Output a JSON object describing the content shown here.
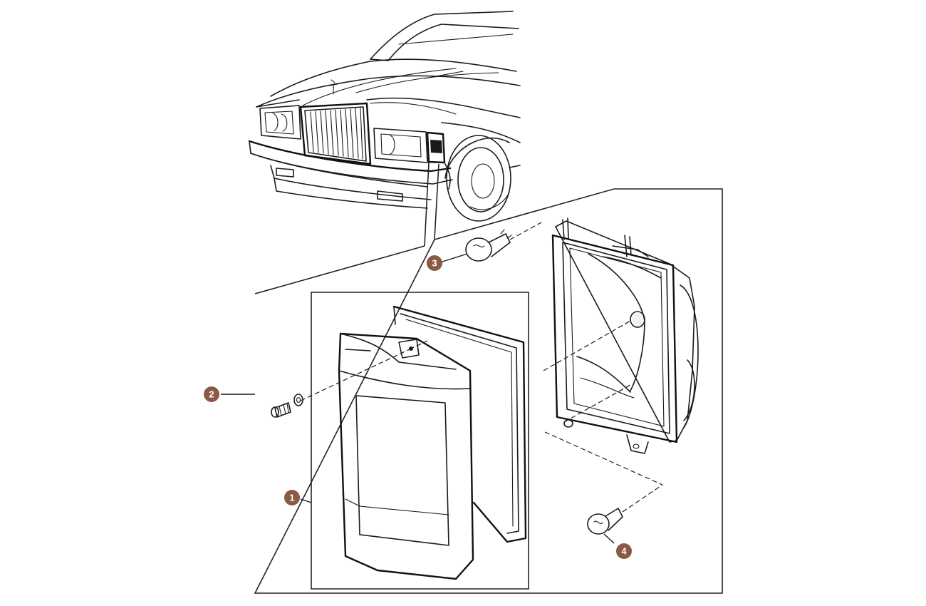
{
  "diagram": {
    "callouts": [
      {
        "id": "1",
        "label": "1",
        "part": "lens"
      },
      {
        "id": "2",
        "label": "2",
        "part": "lens-screw"
      },
      {
        "id": "3",
        "label": "3",
        "part": "bulb-upper"
      },
      {
        "id": "4",
        "label": "4",
        "part": "bulb-lower"
      }
    ],
    "colors": {
      "callout_fill": "#8b5a44",
      "callout_text": "#ffffff",
      "line": "#1a1a1a",
      "background": "#ffffff"
    }
  }
}
